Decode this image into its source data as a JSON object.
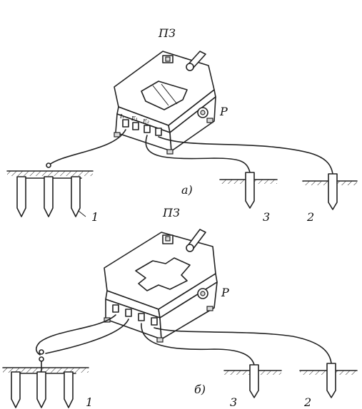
{
  "panel_a": {
    "caption": "а)",
    "switch_label": "ПЗ",
    "knob_label": "Р",
    "terminal_labels": [
      "I₁",
      "E₁",
      "E₂"
    ],
    "electrode_labels": [
      "1",
      "3",
      "2"
    ]
  },
  "panel_b": {
    "caption": "б)",
    "switch_label": "ПЗ",
    "knob_label": "Р",
    "electrode_labels": [
      "1",
      "3",
      "2"
    ]
  }
}
